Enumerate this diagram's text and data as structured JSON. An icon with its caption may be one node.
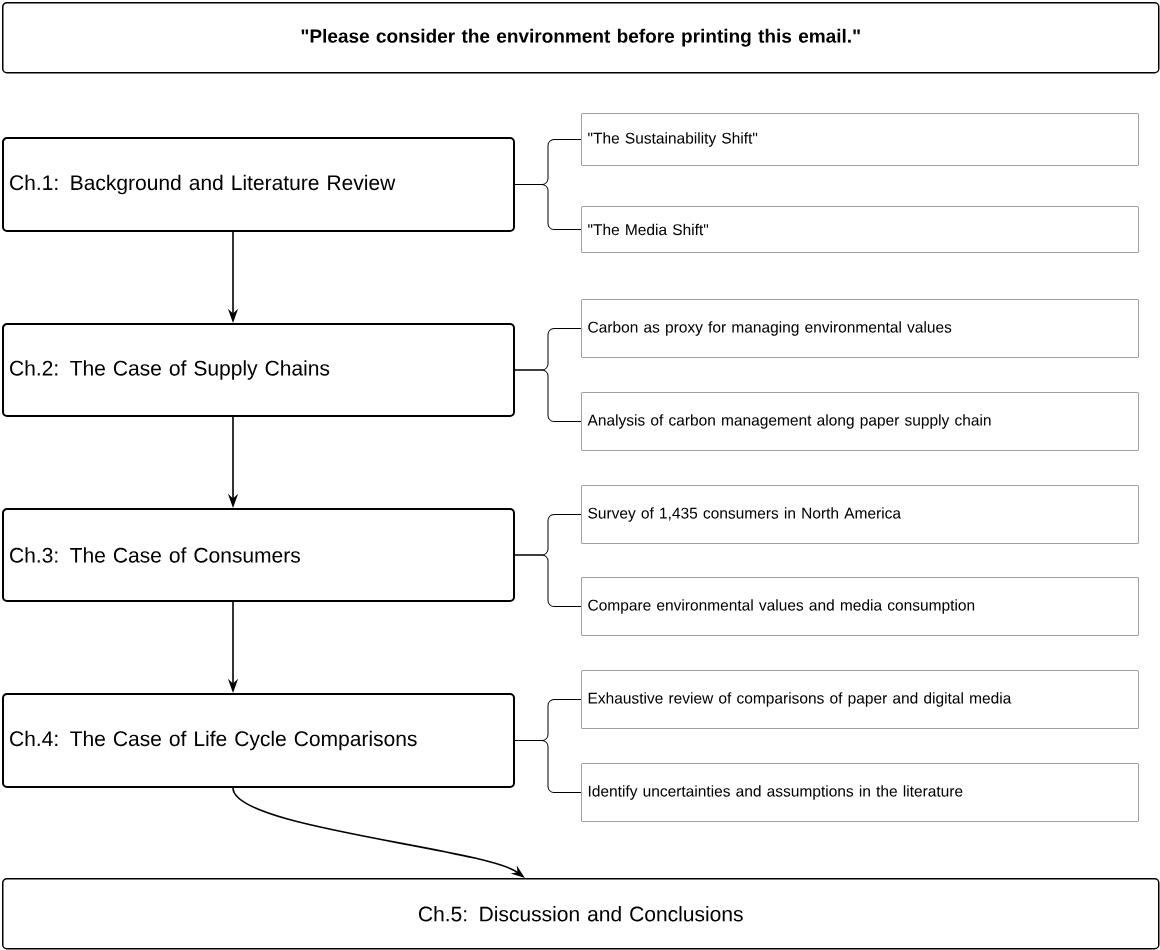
{
  "diagram": {
    "nodes": [
      {
        "text": [
          "\"Please consider the environment before printing this email.\""
        ]
      },
      {
        "text": [
          "Ch.1: Background and Literature Review"
        ]
      },
      {
        "text": [
          "\"The Sustainability Shift\""
        ]
      },
      {
        "text": [
          "\"The Media Shift\""
        ]
      },
      {
        "text": [
          "Ch.2: The Case of Supply Chains"
        ]
      },
      {
        "text": [
          "Carbon as proxy for managing environmental values"
        ]
      },
      {
        "text": [
          "Analysis of carbon management along paper supply chain"
        ]
      },
      {
        "text": [
          "Ch.3: The Case of Consumers"
        ]
      },
      {
        "text": [
          "Survey of 1,435 consumers in North America"
        ]
      },
      {
        "text": [
          "Compare environmental values and media consumption"
        ]
      },
      {
        "text": [
          "Ch.4: The Case of Life Cycle Comparisons"
        ]
      },
      {
        "text": [
          "Exhaustive review of comparisons of paper and digital media"
        ]
      },
      {
        "text": [
          "Identify uncertainties and assumptions in the literature"
        ]
      },
      {
        "text": [
          "Ch.5: Discussion and Conclusions"
        ]
      }
    ],
    "edges": [
      {
        "from": 1,
        "to": 4,
        "arrow": "to"
      },
      {
        "from": 4,
        "to": 7,
        "arrow": "to"
      },
      {
        "from": 7,
        "to": 10,
        "arrow": "to"
      },
      {
        "from": 10,
        "to": 13,
        "arrow": "to"
      },
      {
        "from": 1,
        "to": 2,
        "arrow": "none"
      },
      {
        "from": 1,
        "to": 3,
        "arrow": "none"
      },
      {
        "from": 4,
        "to": 5,
        "arrow": "none"
      },
      {
        "from": 4,
        "to": 6,
        "arrow": "none"
      },
      {
        "from": 7,
        "to": 8,
        "arrow": "none"
      },
      {
        "from": 7,
        "to": 9,
        "arrow": "none"
      },
      {
        "from": 10,
        "to": 11,
        "arrow": "none"
      },
      {
        "from": 10,
        "to": 12,
        "arrow": "none"
      }
    ]
  }
}
